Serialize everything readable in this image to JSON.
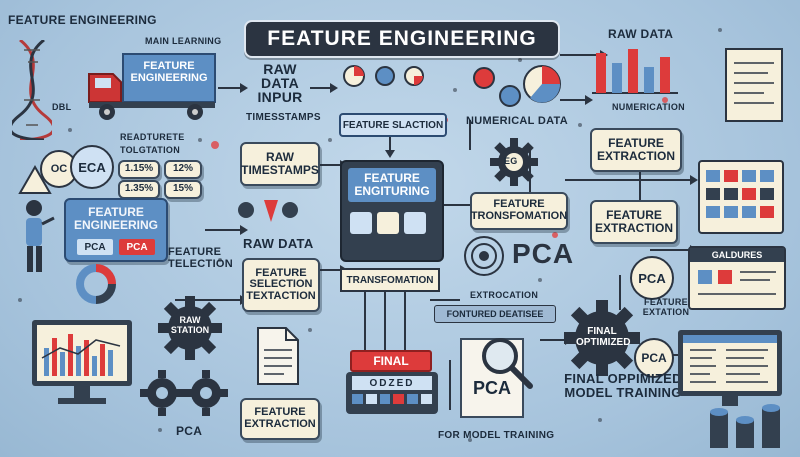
{
  "corner_title": "FEATURE ENGINEERING",
  "main_title": "FEATURE ENGINEERING",
  "labels": {
    "main_learning": "MAIN LEARNING",
    "dbl": "DBL",
    "feature_engineering_truck": "FEATURE ENGINEERING",
    "raw_data_input": "RAW DATA INPUR",
    "timesstamps": "TIMESSTAMPS",
    "feature_slaction": "FEATURE SLACTION",
    "numerical_data": "NUMERICAL DATA",
    "raw_data_top": "RAW DATA",
    "numerication": "NUMERICATION",
    "readturete": "READTURETE",
    "tolgtation": "TOLGTATION",
    "oc": "OC",
    "eca": "ECA",
    "val1": "1.15%",
    "val2": "12%",
    "val3": "1.35%",
    "val4": "15%",
    "raw_timestamps": "RAW TIMESTAMPS",
    "raw_data_mid": "RAW DATA",
    "feature_engiturng": "FEATURE ENGITURING",
    "eg": "EG",
    "feature_transfomation": "FEATURE TRONSFOMATION",
    "pca_big": "PCA",
    "extrocation": "EXTROCATION",
    "feature_extraction_right": "FEATURE EXTRACTION",
    "feature_extraction_right2": "FEATURE EXTRACTION",
    "feature_engineering_left": "FEATURE ENGINEERING",
    "pca_left_blue": "PCA",
    "pca_left_red": "PCA",
    "feature_telection": "FEATURE TELECTION",
    "feature_selection_card": "FEATURE SELECTION TEXTACTION",
    "transfomation": "TRANSFOMATION",
    "forntured_deatisee": "FONTURED DEATISEE",
    "raw_station": "RAW STATION",
    "final_red": "FINAL",
    "odzed": "ODZED",
    "pca_magnify": "PCA",
    "final_optimized_gear": "FINAL OPTIMIZED",
    "pca_circle_1": "PCA",
    "pca_circle_2": "PCA",
    "feature_extation": "FEATURE EXTATION",
    "final_optimized_text": "FINAL OPPIMIZED MODEL TRAINING",
    "feature_extraction_bottom": "FEATURE EXTRACTION",
    "pca_bottom": "PCA",
    "for_model_training": "FOR MODEL TRAINING",
    "panel_header": "GALDURES"
  },
  "colors": {
    "background": "#a9c6de",
    "dark": "#2b3441",
    "card": "#f6f0dc",
    "accent_blue": "#5d8fc4",
    "accent_red": "#dd3b3b"
  },
  "icons": [
    "dna-icon",
    "truck-icon",
    "person-icon",
    "gear-icon",
    "magnifier-icon",
    "document-icon",
    "monitor-chart-icon",
    "bar-chart-icon",
    "pie-chart-icon",
    "cylinder-icon",
    "target-icon",
    "calendar-grid-icon"
  ]
}
